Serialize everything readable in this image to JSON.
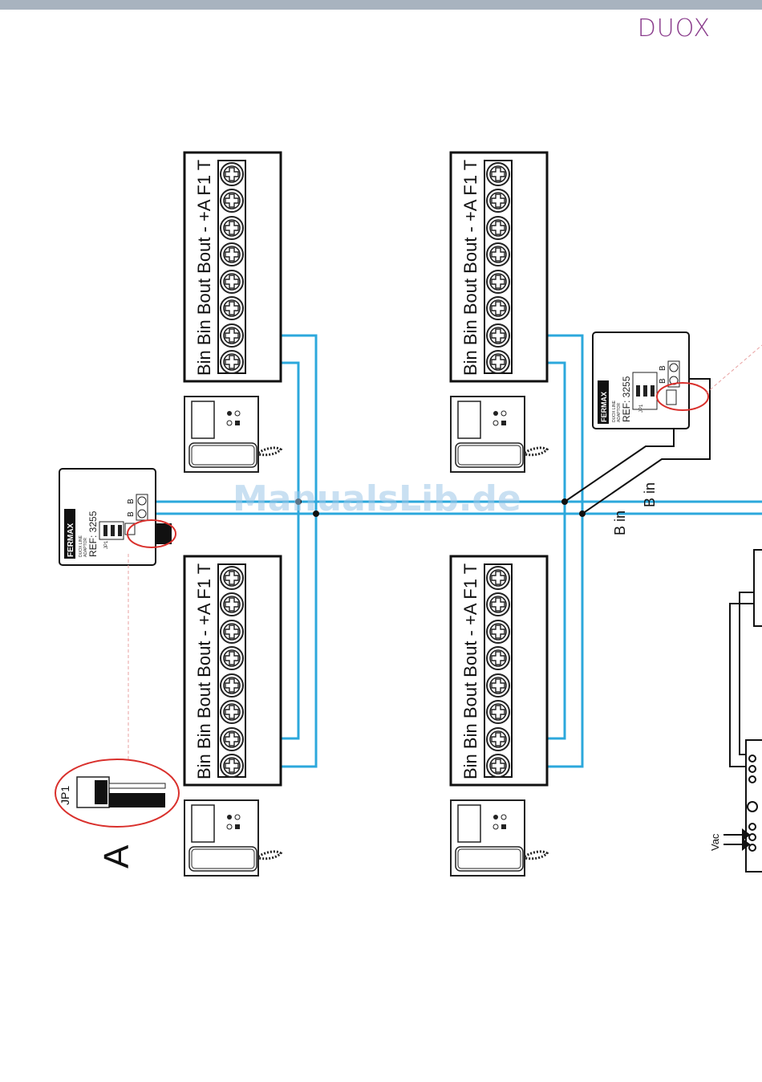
{
  "header": {
    "brand": "DUOX"
  },
  "watermark": "ManualsLib.de",
  "terminal_block": {
    "labels": [
      "Bin",
      "Bin",
      "Bout",
      "Bout",
      "-",
      "+A",
      "F1",
      "T"
    ],
    "label_line": "Bin Bin Bout Bout - +A F1 T"
  },
  "adapter": {
    "brand": "FERMAX",
    "line1": "DUOX LINE",
    "line2": "ADAPTOR",
    "ref": "REF: 3255",
    "jumper": "JP1",
    "terminal_b1": "B",
    "terminal_b2": "B"
  },
  "wires": {
    "b_in_upper": "B in",
    "b_in_lower": "B in"
  },
  "detail": {
    "jp1_label": "JP1",
    "section_letter": "A"
  },
  "power": {
    "vac_label": "Vac"
  },
  "colors": {
    "wire": "#2ca8dc",
    "highlight": "#d9302c",
    "brand": "#8a3c8c",
    "topbar": "#a8b3bf"
  }
}
